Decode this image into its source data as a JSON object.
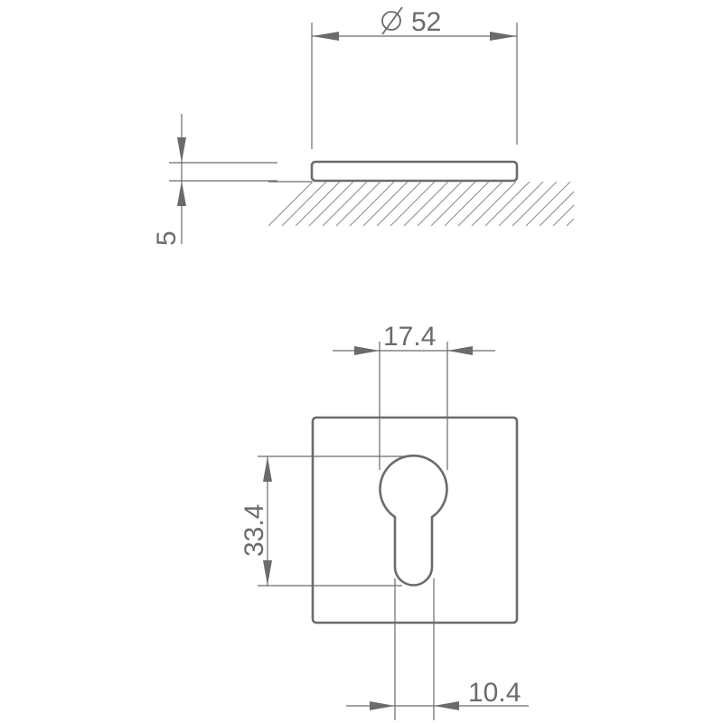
{
  "drawing": {
    "line_color": "#6b6b6b",
    "side_view": {
      "diameter_label": "52",
      "diameter_symbol": "⌀",
      "thickness_label": "5"
    },
    "front_view": {
      "keyhole_width_label": "17.4",
      "keyhole_height_label": "33.4",
      "slot_width_label": "10.4"
    }
  }
}
